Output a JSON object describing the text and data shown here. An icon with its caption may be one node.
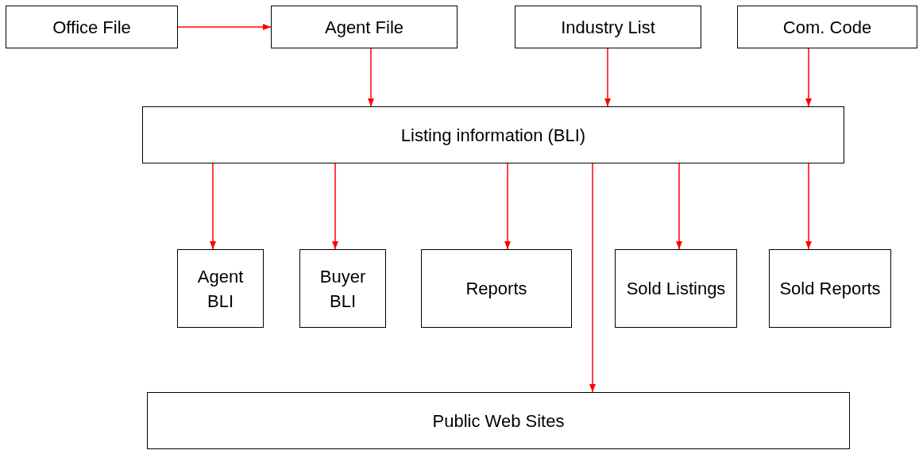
{
  "diagram": {
    "nodes": [
      {
        "text": [
          "Office File"
        ]
      },
      {
        "text": [
          "Agent File"
        ]
      },
      {
        "text": [
          "Industry List"
        ]
      },
      {
        "text": [
          "Com. Code"
        ]
      },
      {
        "text": [
          "Listing information (BLI)"
        ]
      },
      {
        "text": [
          "Agent BLI"
        ]
      },
      {
        "text": [
          "Buyer BLI"
        ]
      },
      {
        "text": [
          "Reports"
        ]
      },
      {
        "text": [
          "Sold Listings"
        ]
      },
      {
        "text": [
          "Sold Reports"
        ]
      },
      {
        "text": [
          "Public Web Sites"
        ]
      }
    ],
    "edges": [
      {
        "from": 0,
        "to": 1,
        "arrow": "to"
      },
      {
        "from": 1,
        "to": 4,
        "arrow": "to"
      },
      {
        "from": 2,
        "to": 4,
        "arrow": "to"
      },
      {
        "from": 3,
        "to": 4,
        "arrow": "to"
      },
      {
        "from": 4,
        "to": 5,
        "arrow": "to"
      },
      {
        "from": 4,
        "to": 6,
        "arrow": "to"
      },
      {
        "from": 4,
        "to": 7,
        "arrow": "to"
      },
      {
        "from": 4,
        "to": 10,
        "arrow": "to"
      },
      {
        "from": 4,
        "to": 8,
        "arrow": "to"
      },
      {
        "from": 4,
        "to": 9,
        "arrow": "to"
      }
    ]
  }
}
